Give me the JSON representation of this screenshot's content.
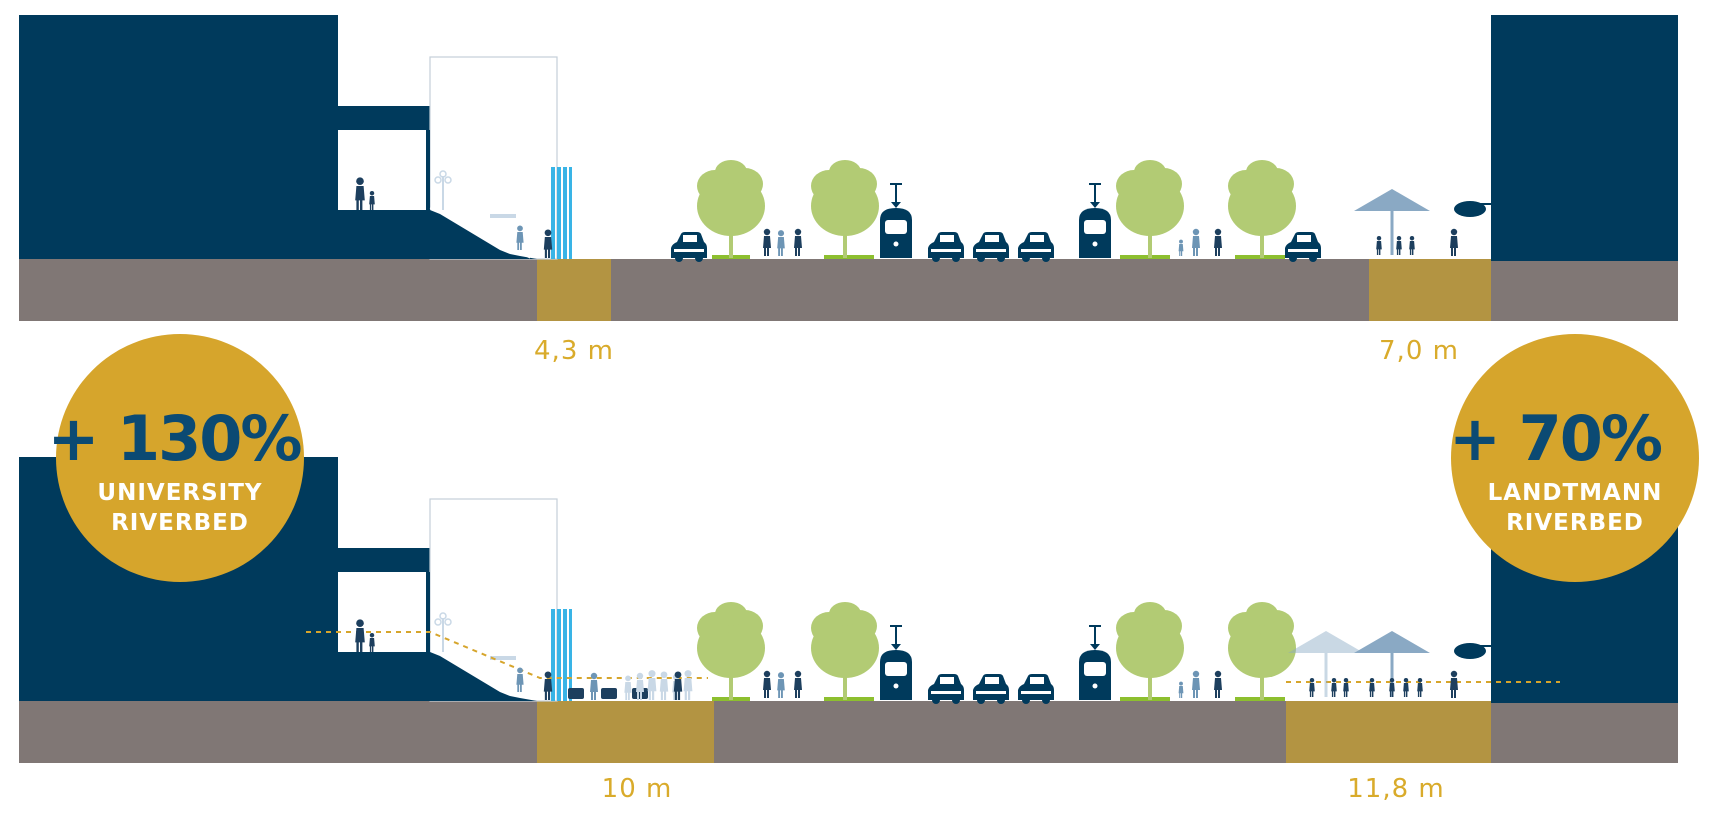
{
  "colors": {
    "building": "#003a5c",
    "ground": "#807775",
    "sidewalk": "#b39442",
    "label": "#d9ab2b",
    "badge": "#d6a52c",
    "badge_text_big": "#0b4a73",
    "badge_text_small": "#ffffff",
    "tree": "#b2cb74",
    "grass": "#8dbf2f",
    "figure": "#1d3f5e",
    "figure_light": "#6d95b5",
    "umbrella": "#8aa9c4",
    "sign": "#39b4e6"
  },
  "sections": [
    {
      "id": "current",
      "widths": {
        "left": "4,3 m",
        "right": "7,0 m"
      }
    },
    {
      "id": "proposed",
      "widths": {
        "left": "10 m",
        "right": "11,8 m"
      }
    }
  ],
  "badges": [
    {
      "id": "university",
      "value": "+ 130%",
      "line1": "UNIVERSITY",
      "line2": "RIVERBED"
    },
    {
      "id": "landtmann",
      "value": "+ 70%",
      "line1": "LANDTMANN",
      "line2": "RIVERBED"
    }
  ],
  "icons": {
    "tree": "tree-icon",
    "car": "car-icon",
    "tram": "tram-icon",
    "pedestrian": "pedestrian-icon",
    "umbrella": "cafe-umbrella-icon",
    "street_lamp": "street-lamp-icon",
    "hanging_sign": "hanging-sign-icon"
  }
}
